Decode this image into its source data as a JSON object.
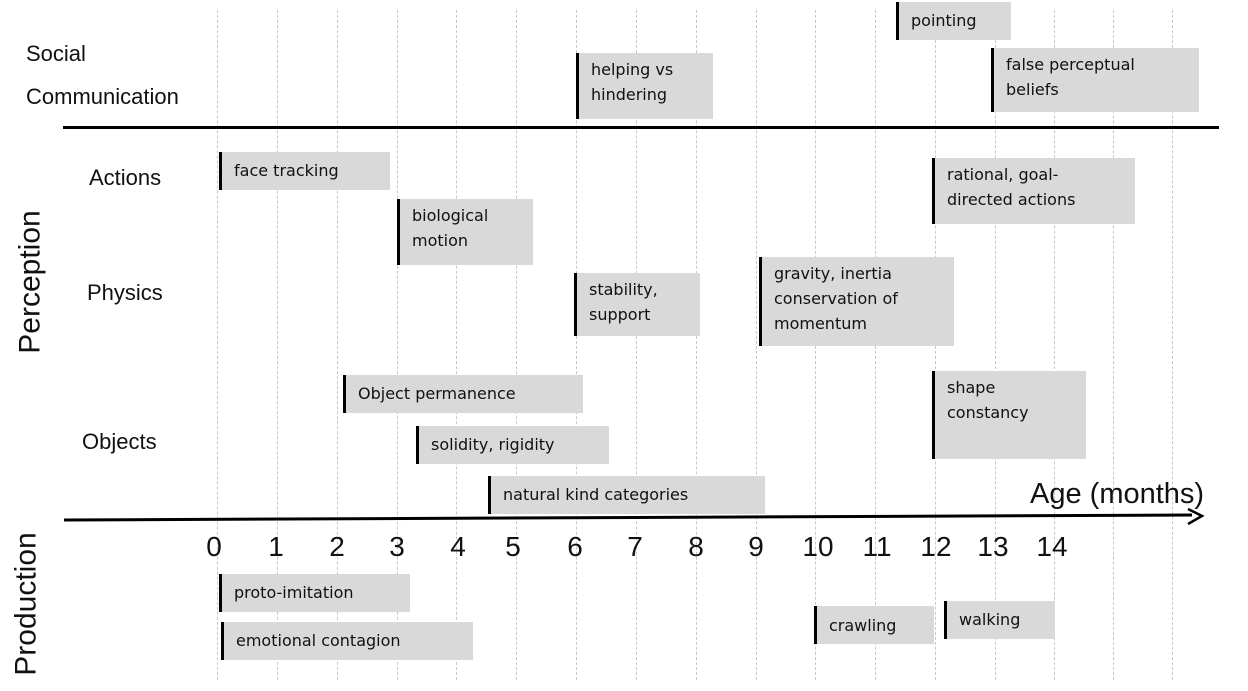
{
  "axis": {
    "title": "Age (months)",
    "ticks": [
      "0",
      "1",
      "2",
      "3",
      "4",
      "5",
      "6",
      "7",
      "8",
      "9",
      "10",
      "11",
      "12",
      "13",
      "14"
    ]
  },
  "row_labels": {
    "social": [
      "Social",
      "Communication"
    ],
    "actions": "Actions",
    "physics": "Physics",
    "objects": "Objects",
    "perception": "Perception",
    "production": "Production"
  },
  "social": {
    "helping": [
      "helping vs",
      "hindering"
    ],
    "pointing": [
      "pointing"
    ],
    "false_beliefs": [
      "false perceptual",
      "beliefs"
    ]
  },
  "actions": {
    "face_tracking": [
      "face tracking"
    ],
    "biological_motion": [
      "biological",
      "motion"
    ],
    "rational_goal": [
      "rational, goal-",
      "directed actions"
    ]
  },
  "physics": {
    "stability": [
      "stability,",
      "support"
    ],
    "gravity": [
      "gravity, inertia",
      "conservation of",
      "momentum"
    ]
  },
  "objects": {
    "permanence": [
      "Object permanence"
    ],
    "solidity": [
      "solidity, rigidity"
    ],
    "natural_kind": [
      "natural kind categories"
    ],
    "shape_constancy": [
      "shape",
      "constancy"
    ]
  },
  "production": {
    "proto_imitation": [
      "proto-imitation"
    ],
    "emotional_contagion": [
      "emotional contagion"
    ],
    "crawling": [
      "crawling"
    ],
    "walking": [
      "walking"
    ]
  },
  "colors": {
    "box_fill": "#d9d9d9",
    "grid": "#c8c8c8",
    "line": "#000000"
  }
}
